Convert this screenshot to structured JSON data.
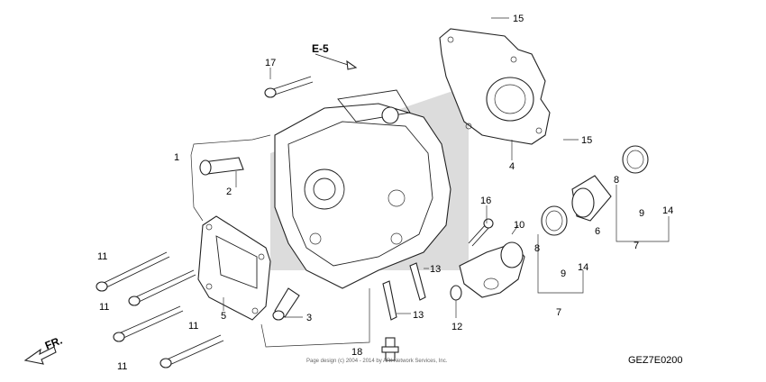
{
  "diagram": {
    "section_ref": "E-5",
    "direction_label": "FR.",
    "code": "GEZ7E0200",
    "copyright": "Page design (c) 2004 - 2014 by ARI Network Services, Inc.",
    "callouts": [
      {
        "id": "c1",
        "text": "1"
      },
      {
        "id": "c2",
        "text": "2"
      },
      {
        "id": "c3",
        "text": "3"
      },
      {
        "id": "c4",
        "text": "4"
      },
      {
        "id": "c5",
        "text": "5"
      },
      {
        "id": "c6",
        "text": "6"
      },
      {
        "id": "c7a",
        "text": "7"
      },
      {
        "id": "c7b",
        "text": "7"
      },
      {
        "id": "c8a",
        "text": "8"
      },
      {
        "id": "c8b",
        "text": "8"
      },
      {
        "id": "c9a",
        "text": "9"
      },
      {
        "id": "c9b",
        "text": "9"
      },
      {
        "id": "c10",
        "text": "10"
      },
      {
        "id": "c11a",
        "text": "11"
      },
      {
        "id": "c11b",
        "text": "11"
      },
      {
        "id": "c11c",
        "text": "11"
      },
      {
        "id": "c11d",
        "text": "11"
      },
      {
        "id": "c12",
        "text": "12"
      },
      {
        "id": "c13a",
        "text": "13"
      },
      {
        "id": "c13b",
        "text": "13"
      },
      {
        "id": "c14a",
        "text": "14"
      },
      {
        "id": "c14b",
        "text": "14"
      },
      {
        "id": "c15a",
        "text": "15"
      },
      {
        "id": "c15b",
        "text": "15"
      },
      {
        "id": "c16",
        "text": "16"
      },
      {
        "id": "c17",
        "text": "17"
      },
      {
        "id": "c18",
        "text": "18"
      }
    ]
  }
}
